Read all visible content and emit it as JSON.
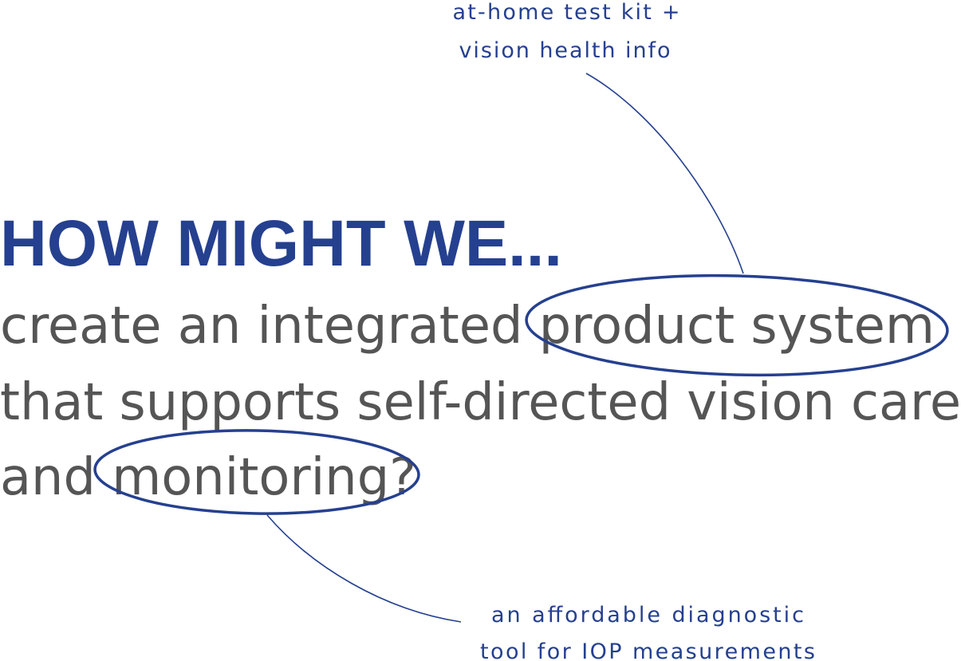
{
  "headline": "HOW MIGHT WE...",
  "question": {
    "line1": "create an integrated product system",
    "line2": "that supports self-directed vision care",
    "line3": "and monitoring?"
  },
  "annotations": {
    "top": {
      "line1": "at-home test kit +",
      "line2": "vision health info"
    },
    "bottom": {
      "line1": "an affordable diagnostic",
      "line2": "tool for IOP measurements"
    }
  },
  "colors": {
    "accent": "#25408f",
    "text": "#555555"
  }
}
